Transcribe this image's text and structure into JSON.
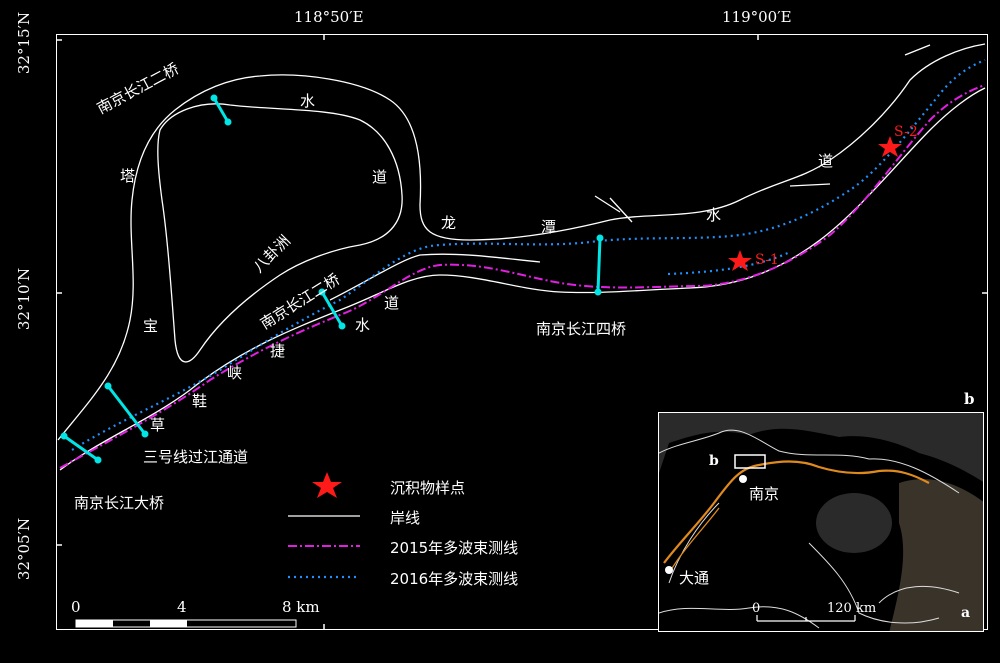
{
  "coords": {
    "top_lon_1": "118°50′E",
    "top_lon_2": "119°00′E",
    "lat_1": "32°15′N",
    "lat_2": "32°10′N",
    "lat_3": "32°05′N"
  },
  "panel_label_b": "b",
  "panel_label_a": "a",
  "labels": {
    "bridge2_top": "南京长江二桥",
    "bridge2_mid": "南京长江二桥",
    "bridge4": "南京长江四桥",
    "bridge_main": "南京长江大桥",
    "tunnel3": "三号线过江通道",
    "island": "八卦洲",
    "ta": "塔",
    "bao": "宝",
    "shui_top": "水",
    "dao_top": "道",
    "long": "龙",
    "tan": "潭",
    "shui_right": "水",
    "dao_right": "道",
    "dao_mid": "道",
    "shui_mid": "水",
    "jie": "捷",
    "xia": "峡",
    "xie": "鞋",
    "cao": "草",
    "s1": "S-1",
    "s2": "S-2"
  },
  "legend": {
    "sample": "沉积物样点",
    "shoreline": "岸线",
    "survey2015": "2015年多波束测线",
    "survey2016": "2016年多波束测线"
  },
  "scalebar": {
    "t0": "0",
    "t4": "4",
    "t8": "8 km"
  },
  "inset": {
    "b": "b",
    "nanjing": "南京",
    "datong": "大通",
    "s0": "0",
    "s120": "120 km"
  },
  "colors": {
    "shoreline": "#ffffff",
    "survey2015": "#e020e0",
    "survey2016": "#1e90ff",
    "bridge": "#00e5e5",
    "sample": "#ff1a1a",
    "river_inset": "#e08a1e"
  }
}
